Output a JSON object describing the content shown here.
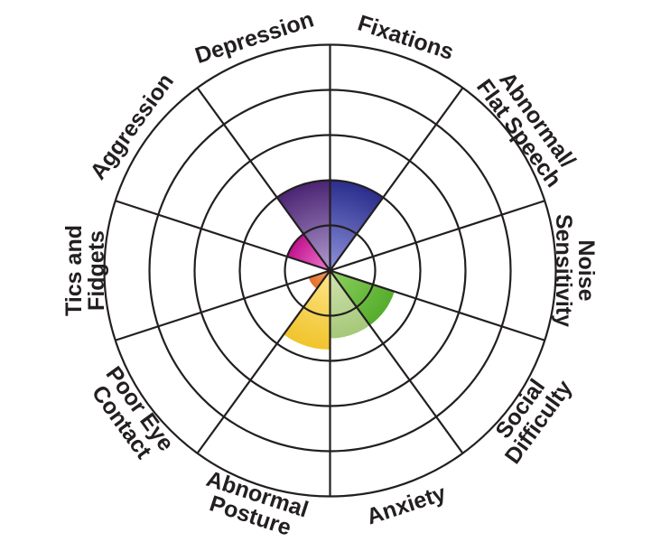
{
  "chart_data": {
    "type": "polar-area",
    "title": "",
    "categories": [
      "Fixations",
      "Abnormal/ Flat Speech",
      "Noise Sensitivity",
      "Social Difficulty",
      "Anxiety",
      "Abnormal Posture",
      "Poor Eye Contact",
      "Tics and Fidgets",
      "Aggression",
      "Depression"
    ],
    "label_lines": [
      [
        "Fixations"
      ],
      [
        "Abnormal/",
        "Flat Speech"
      ],
      [
        "Noise",
        "Sensitivity"
      ],
      [
        "Social",
        "Difficulty"
      ],
      [
        "Anxiety"
      ],
      [
        "Abnormal",
        "Posture"
      ],
      [
        "Poor Eye",
        "Contact"
      ],
      [
        "Tics and",
        "Fidgets"
      ],
      [
        "Aggression"
      ],
      [
        "Depression"
      ]
    ],
    "values": [
      2,
      0,
      0,
      1.5,
      1.5,
      1.75,
      0.5,
      0,
      1,
      2
    ],
    "colors": [
      [
        "#8e93dc",
        "#2b2d8c"
      ],
      null,
      null,
      [
        "#8fd060",
        "#55ad2c"
      ],
      [
        "#d2e4b2",
        "#a5c878"
      ],
      [
        "#fde68a",
        "#f0c42c"
      ],
      [
        "#f5a060",
        "#e4702a"
      ],
      null,
      [
        "#f27cd0",
        "#c0128e"
      ],
      [
        "#b19cd0",
        "#4b2472"
      ]
    ],
    "rlim": [
      0,
      5
    ],
    "ring_count": 5,
    "grid": true
  }
}
